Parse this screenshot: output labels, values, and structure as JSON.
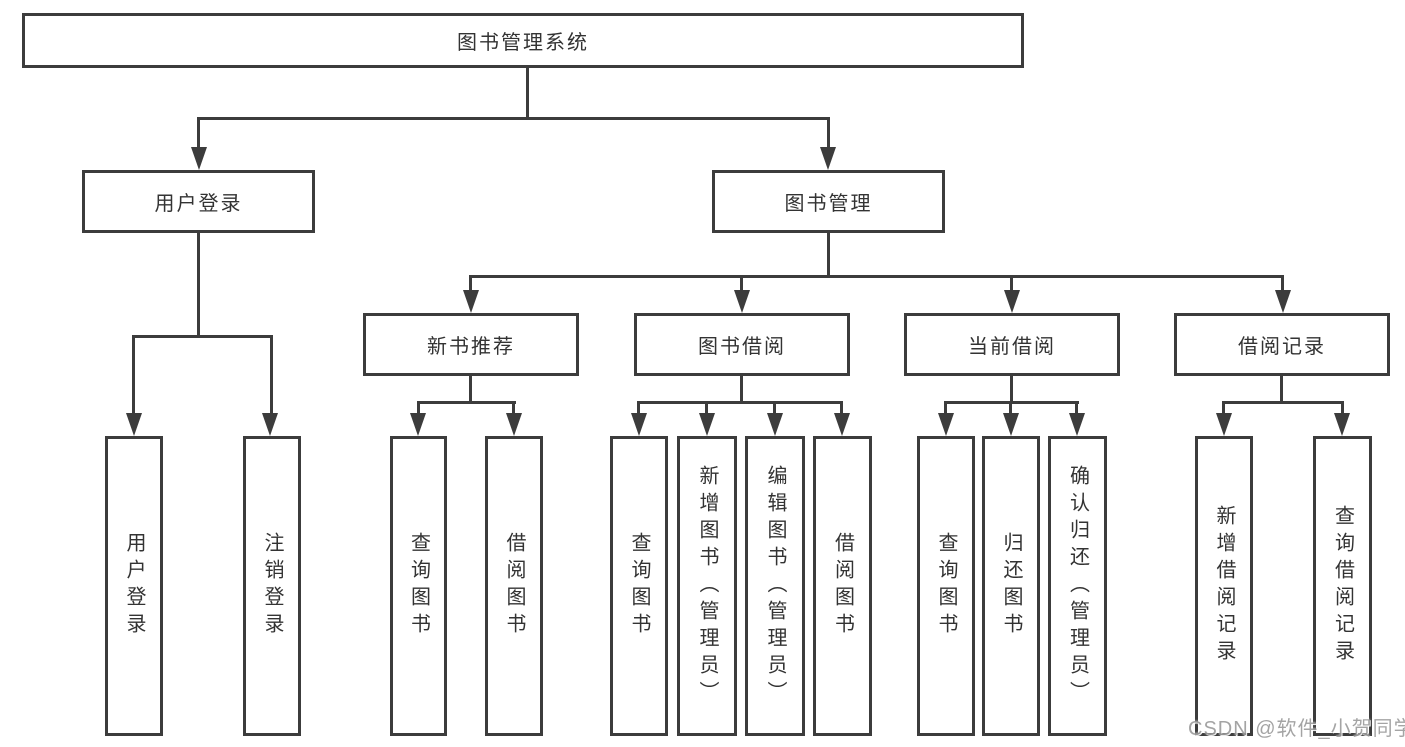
{
  "colors": {
    "line": "#3c3c3c",
    "text": "#333333",
    "background": "#ffffff",
    "watermark": "#9b9b9b"
  },
  "watermark": {
    "text": "CSDN @软件_小贺同学"
  },
  "tree": {
    "label": "图书管理系统",
    "children": [
      {
        "label": "用户登录",
        "children": [
          {
            "label": "用户登录"
          },
          {
            "label": "注销登录"
          }
        ]
      },
      {
        "label": "图书管理",
        "children": [
          {
            "label": "新书推荐",
            "children": [
              {
                "label": "查询图书"
              },
              {
                "label": "借阅图书"
              }
            ]
          },
          {
            "label": "图书借阅",
            "children": [
              {
                "label": "查询图书"
              },
              {
                "label": "新增图书（管理员）"
              },
              {
                "label": "编辑图书（管理员）"
              },
              {
                "label": "借阅图书"
              }
            ]
          },
          {
            "label": "当前借阅",
            "children": [
              {
                "label": "查询图书"
              },
              {
                "label": "归还图书"
              },
              {
                "label": "确认归还（管理员）"
              }
            ]
          },
          {
            "label": "借阅记录",
            "children": [
              {
                "label": "新增借阅记录"
              },
              {
                "label": "查询借阅记录"
              }
            ]
          }
        ]
      }
    ]
  }
}
